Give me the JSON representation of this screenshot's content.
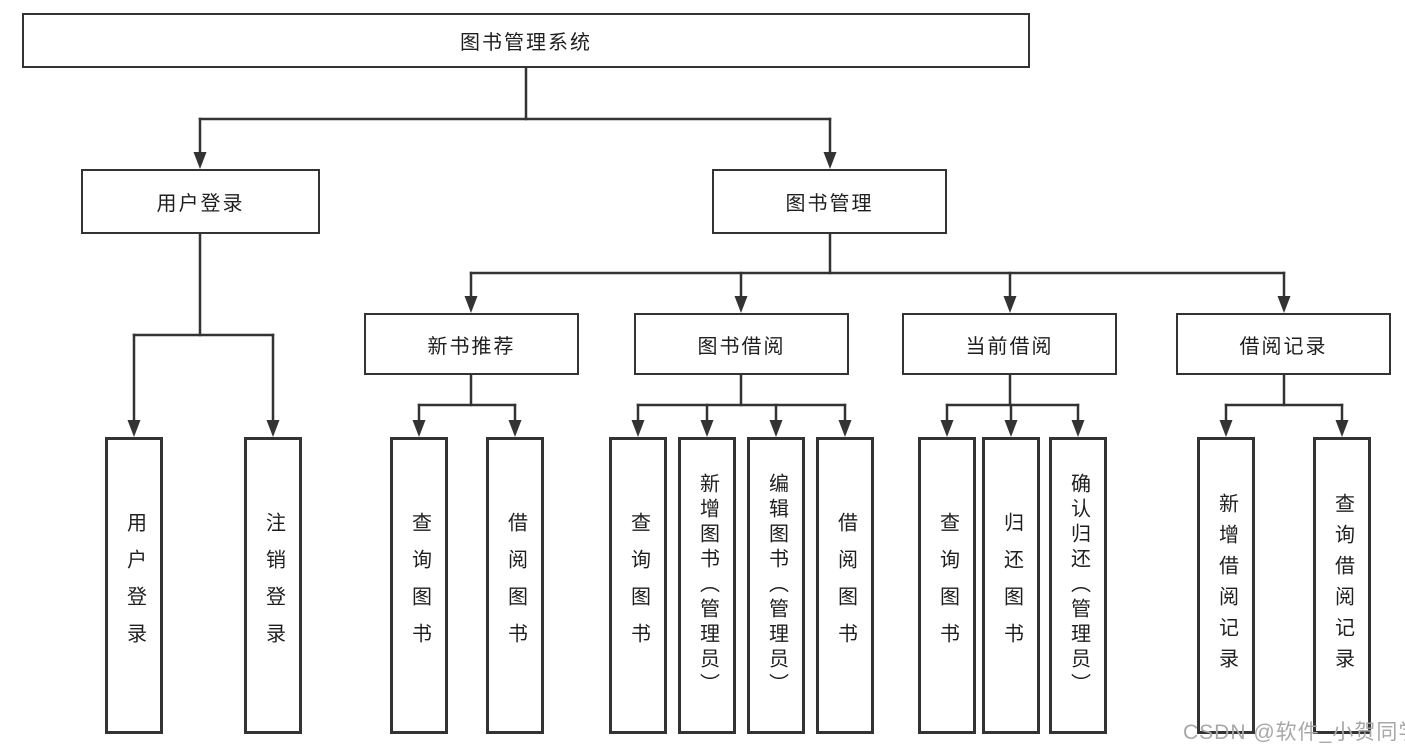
{
  "tree": {
    "label": "图书管理系统",
    "children": [
      {
        "label": "用户登录",
        "children": [
          {
            "label": "用户登录"
          },
          {
            "label": "注销登录"
          }
        ]
      },
      {
        "label": "图书管理",
        "children": [
          {
            "label": "新书推荐",
            "children": [
              {
                "label": "查询图书"
              },
              {
                "label": "借阅图书"
              }
            ]
          },
          {
            "label": "图书借阅",
            "children": [
              {
                "label": "查询图书"
              },
              {
                "label": "新增图书（管理员）"
              },
              {
                "label": "编辑图书（管理员）"
              },
              {
                "label": "借阅图书"
              }
            ]
          },
          {
            "label": "当前借阅",
            "children": [
              {
                "label": "查询图书"
              },
              {
                "label": "归还图书"
              },
              {
                "label": "确认归还（管理员）"
              }
            ]
          },
          {
            "label": "借阅记录",
            "children": [
              {
                "label": "新增借阅记录"
              },
              {
                "label": "查询借阅记录"
              }
            ]
          }
        ]
      }
    ]
  },
  "watermark": "CSDN @软件_小贺同学",
  "colors": {
    "line": "#333333",
    "text": "#1f1f1f",
    "watermark": "#a8a8a8",
    "background": "#ffffff"
  }
}
